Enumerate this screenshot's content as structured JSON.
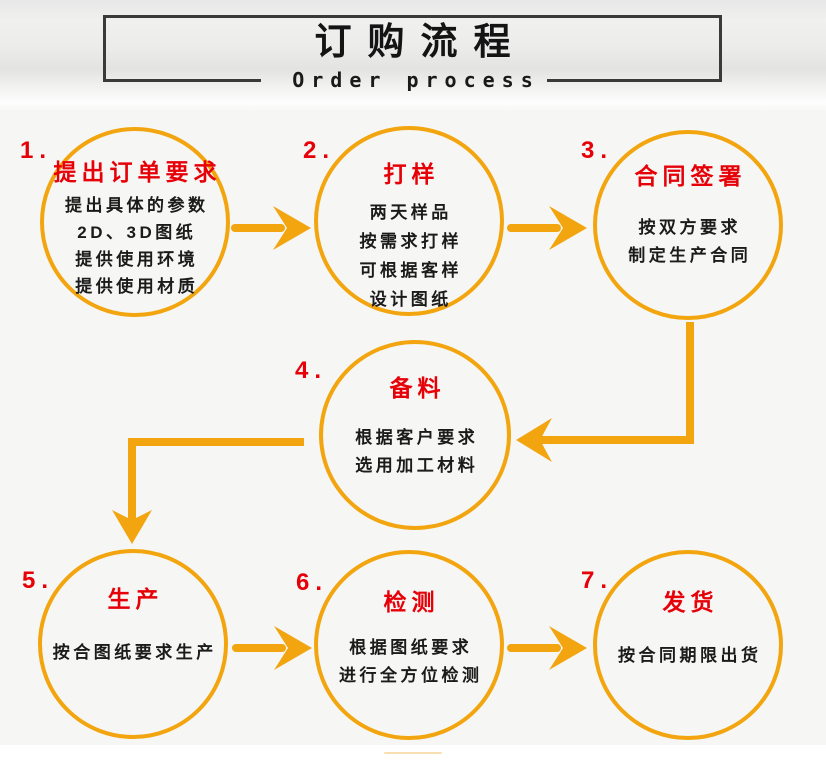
{
  "header": {
    "title": "订购流程",
    "subtitle": "Order process"
  },
  "steps": [
    {
      "number": "1.",
      "title": "提出订单要求",
      "lines": [
        "提出具体的参数",
        "2D、3D图纸",
        "提供使用环境",
        "提供使用材质"
      ]
    },
    {
      "number": "2.",
      "title": "打样",
      "lines": [
        "两天样品",
        "按需求打样",
        "可根据客样",
        "设计图纸"
      ]
    },
    {
      "number": "3.",
      "title": "合同签署",
      "lines": [
        "按双方要求",
        "制定生产合同"
      ]
    },
    {
      "number": "4.",
      "title": "备料",
      "lines": [
        "根据客户要求",
        "选用加工材料"
      ]
    },
    {
      "number": "5.",
      "title": "生产",
      "lines": [
        "按合图纸要求生产"
      ]
    },
    {
      "number": "6.",
      "title": "检测",
      "lines": [
        "根据图纸要求",
        "进行全方位检测"
      ]
    },
    {
      "number": "7.",
      "title": "发货",
      "lines": [
        "按合同期限出货"
      ]
    }
  ],
  "colors": {
    "accent": "#F2A50F",
    "red": "#E60008",
    "ink": "#1b1b1b",
    "frame": "#3a3a3a"
  }
}
